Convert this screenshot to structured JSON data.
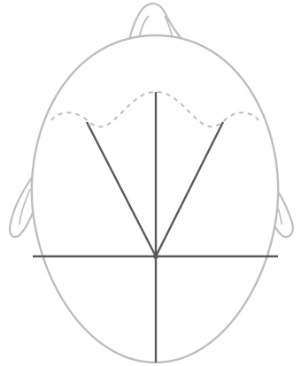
{
  "colors": {
    "background": "#ffffff",
    "outline": "#bdbdbd",
    "hairline_dashed": "#bdbdbd",
    "lines": "#5a5a5a",
    "center_point": "#5a5a5a"
  },
  "elements": {
    "head_outline": "head-outline",
    "nose": "nose",
    "left_ear": "left-ear",
    "right_ear": "right-ear",
    "hairline": "hairline-dashed",
    "midline": "vertical-midline",
    "horizontal_line": "horizontal-line",
    "left_diagonal": "left-diagonal-line",
    "right_diagonal": "right-diagonal-line",
    "center_point": "center-point"
  }
}
